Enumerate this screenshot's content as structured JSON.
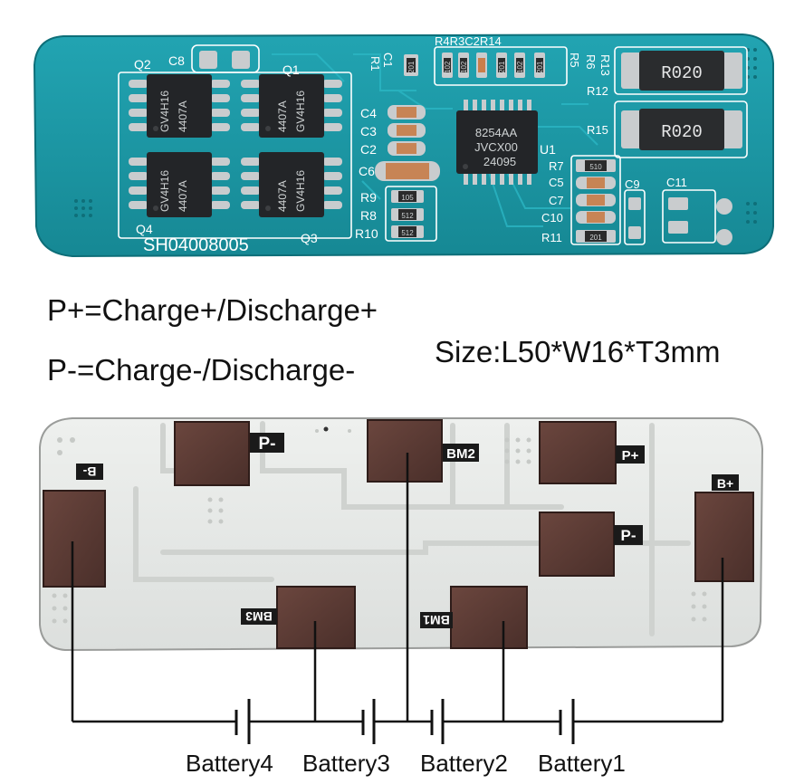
{
  "top_board": {
    "silkscreen": {
      "q2": "Q2",
      "c8": "C8",
      "q1": "Q1",
      "q4": "Q4",
      "q3": "Q3",
      "r4r3c2r14": "R4R3C2R14",
      "c1": "C1",
      "r1": "R1",
      "r5": "R5",
      "r6": "R6",
      "r13": "R13",
      "r12": "R12",
      "r15": "R15",
      "c4": "C4",
      "c3": "C3",
      "c2": "C2",
      "c6": "C6",
      "r9": "R9",
      "r8": "R8",
      "r10": "R10",
      "u1": "U1",
      "r7": "R7",
      "c5": "C5",
      "c7": "C7",
      "c10": "C10",
      "r11": "R11",
      "c9": "C9",
      "c11": "C11",
      "board_id": "SH04008005"
    },
    "chips": {
      "q2": [
        "4407A",
        "GV4H16"
      ],
      "q1": [
        "4407A",
        "GV4H16"
      ],
      "q4": [
        "4407A",
        "GV4H16"
      ],
      "q3": [
        "4407A",
        "GV4H16"
      ],
      "u1": [
        "8254AA",
        "JVCX00",
        "24095"
      ]
    },
    "resistor_codes": {
      "shunt_top": "R020",
      "shunt_bottom": "R020",
      "r9": "105",
      "r8": "512",
      "r10": "512",
      "r7": "510",
      "r11": "201",
      "top_row": [
        "201",
        "102",
        "102",
        "201",
        "102",
        "201"
      ]
    }
  },
  "notes": {
    "p_plus": "P+=Charge+/Discharge+",
    "p_minus": "P-=Charge-/Discharge-",
    "size": "Size:L50*W16*T3mm"
  },
  "bottom_board": {
    "pads": {
      "p_minus_top": "P-",
      "bm2": "BM2",
      "p_plus": "P+",
      "p_minus_right": "P-",
      "b_plus": "B+",
      "b_minus": "B-",
      "bm3": "BM3",
      "bm1": "BM1"
    }
  },
  "batteries": [
    "Battery4",
    "Battery3",
    "Battery2",
    "Battery1"
  ],
  "colors": {
    "pcb_green": "#1e97a4",
    "pcb_back": "#e5e8e6",
    "copper_pad": "#5a3a34",
    "chip": "#232528"
  }
}
